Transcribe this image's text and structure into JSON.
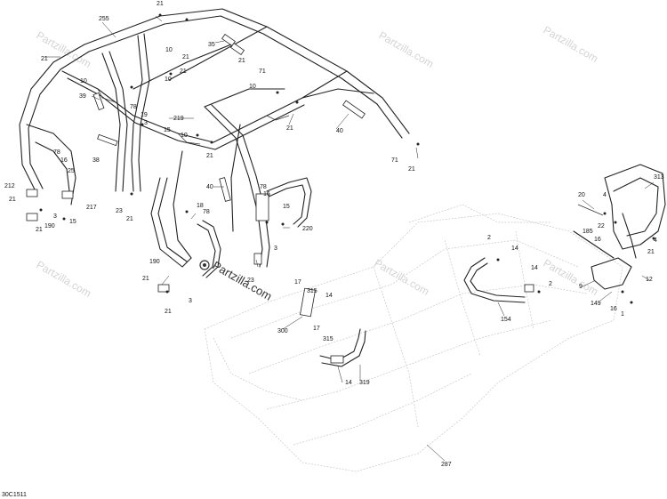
{
  "diagram_code": "30C1511",
  "watermark": {
    "brand": "Partzilla.com",
    "center_text": "Partzilla.com"
  },
  "callouts": [
    {
      "id": "c255a",
      "text": "255"
    },
    {
      "id": "c21a",
      "text": "21"
    },
    {
      "id": "c21b",
      "text": "21"
    },
    {
      "id": "c10a",
      "text": "10"
    },
    {
      "id": "c10b",
      "text": "10"
    },
    {
      "id": "c21c",
      "text": "21"
    },
    {
      "id": "c35",
      "text": "35"
    },
    {
      "id": "c21d",
      "text": "21"
    },
    {
      "id": "c71a",
      "text": "71"
    },
    {
      "id": "c21e",
      "text": "21"
    },
    {
      "id": "c10c",
      "text": "10"
    },
    {
      "id": "c10d",
      "text": "10"
    },
    {
      "id": "c39",
      "text": "39"
    },
    {
      "id": "c78a",
      "text": "78"
    },
    {
      "id": "c219",
      "text": "219"
    },
    {
      "id": "c19",
      "text": "19"
    },
    {
      "id": "c3a",
      "text": "3"
    },
    {
      "id": "c15a",
      "text": "15"
    },
    {
      "id": "c10e",
      "text": "10"
    },
    {
      "id": "c38",
      "text": "38"
    },
    {
      "id": "c21f",
      "text": "21"
    },
    {
      "id": "c40a",
      "text": "40"
    },
    {
      "id": "c21g",
      "text": "21"
    },
    {
      "id": "c71b",
      "text": "71"
    },
    {
      "id": "c21h",
      "text": "21"
    },
    {
      "id": "c78b",
      "text": "78"
    },
    {
      "id": "c16a",
      "text": "16"
    },
    {
      "id": "c25",
      "text": "25"
    },
    {
      "id": "c212",
      "text": "212"
    },
    {
      "id": "c21i",
      "text": "21"
    },
    {
      "id": "c217",
      "text": "217"
    },
    {
      "id": "c3b",
      "text": "3"
    },
    {
      "id": "c15b",
      "text": "15"
    },
    {
      "id": "c190a",
      "text": "190"
    },
    {
      "id": "c21j",
      "text": "21"
    },
    {
      "id": "c23a",
      "text": "23"
    },
    {
      "id": "c21k",
      "text": "21"
    },
    {
      "id": "c40b",
      "text": "40"
    },
    {
      "id": "c78c",
      "text": "78"
    },
    {
      "id": "c16b",
      "text": "16"
    },
    {
      "id": "c18",
      "text": "18"
    },
    {
      "id": "c78d",
      "text": "78"
    },
    {
      "id": "c15c",
      "text": "15"
    },
    {
      "id": "c220",
      "text": "220"
    },
    {
      "id": "c3c",
      "text": "3"
    },
    {
      "id": "c190b",
      "text": "190"
    },
    {
      "id": "c21l",
      "text": "21"
    },
    {
      "id": "c23b",
      "text": "23"
    },
    {
      "id": "c3d",
      "text": "3"
    },
    {
      "id": "c21m",
      "text": "21"
    },
    {
      "id": "c17a",
      "text": "17"
    },
    {
      "id": "c315a",
      "text": "315"
    },
    {
      "id": "c14a",
      "text": "14"
    },
    {
      "id": "c300",
      "text": "300"
    },
    {
      "id": "c17b",
      "text": "17"
    },
    {
      "id": "c315b",
      "text": "315"
    },
    {
      "id": "c14b",
      "text": "14"
    },
    {
      "id": "c319",
      "text": "319"
    },
    {
      "id": "c287",
      "text": "287"
    },
    {
      "id": "c2a",
      "text": "2"
    },
    {
      "id": "c14c",
      "text": "14"
    },
    {
      "id": "c14d",
      "text": "14"
    },
    {
      "id": "c2b",
      "text": "2"
    },
    {
      "id": "c154",
      "text": "154"
    },
    {
      "id": "c20",
      "text": "20"
    },
    {
      "id": "c4a",
      "text": "4"
    },
    {
      "id": "c313",
      "text": "313"
    },
    {
      "id": "c22",
      "text": "22"
    },
    {
      "id": "c185",
      "text": "185"
    },
    {
      "id": "c16c",
      "text": "16"
    },
    {
      "id": "c4b",
      "text": "4"
    },
    {
      "id": "c21n",
      "text": "21"
    },
    {
      "id": "c9",
      "text": "9"
    },
    {
      "id": "c12",
      "text": "12"
    },
    {
      "id": "c149",
      "text": "149"
    },
    {
      "id": "c16d",
      "text": "16"
    },
    {
      "id": "c1",
      "text": "1"
    }
  ]
}
